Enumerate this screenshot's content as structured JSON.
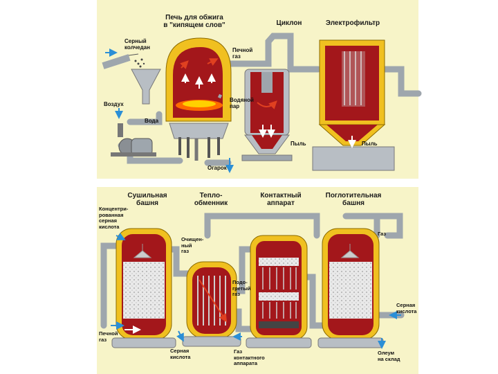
{
  "top": {
    "titles": {
      "furnace": "Печь для обжига\nв \"кипящем слов\"",
      "cyclone": "Циклон",
      "electrofilter": "Электрофильтр"
    },
    "labels": {
      "pyrite": "Серный\nколчедан",
      "air": "Воздух",
      "water": "Вода",
      "furnace_gas": "Печной\nгаз",
      "steam": "Водяной\nпар",
      "dust_cyclone": "Пыль",
      "dust_filter": "Пыль",
      "cinder": "Огарок"
    }
  },
  "bottom": {
    "titles": {
      "drying_tower": "Сушильная\nбашня",
      "heat_exchanger": "Тепло-\nобменник",
      "contact_apparatus": "Контактный\nаппарат",
      "absorption_tower": "Поглотительная\nбашня"
    },
    "labels": {
      "conc_acid": "Концентри-\nрованная\nсерная\nкислота",
      "purified_gas": "Очищен-\nный\nгаз",
      "heated_gas": "Подо-\nгретый\nгаз",
      "gas": "Газ",
      "sulfuric_acid_right": "Серная\nкислота",
      "furnace_gas_in": "Печной\nгаз",
      "sulfuric_acid_out": "Серная\nкислота",
      "contact_gas": "Газ\nконтактного\nаппарата",
      "oleum": "Олеум\nна склад"
    }
  },
  "colors": {
    "background": "#f7f4c8",
    "shell": "#f0c020",
    "interior": "#a3171b",
    "pipe": "#9ea6ad",
    "arrow": "#2b8fd6",
    "filling": "#e6e6e6"
  }
}
